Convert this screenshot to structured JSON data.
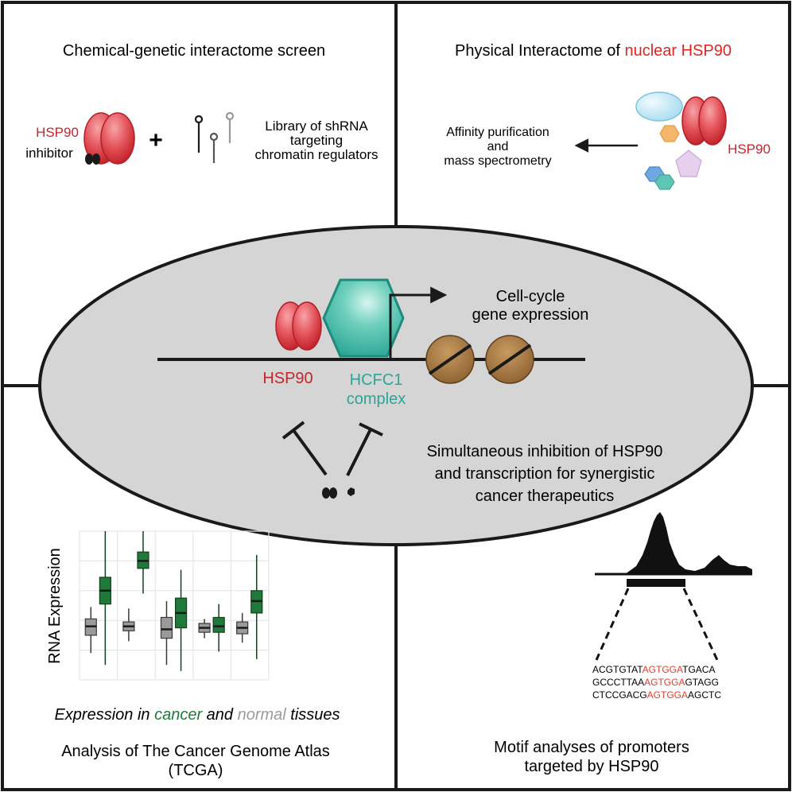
{
  "colors": {
    "hsp90_red": "#c4242b",
    "hsp90_fill": "#e8555e",
    "hcfc1_teal": "#2aa596",
    "hcfc1_fill": "#5cc9b5",
    "cancer_green": "#1f7a3a",
    "normal_gray": "#9a9a9a",
    "motif_red": "#e0402a",
    "ellipse_fill": "#d5d5d5",
    "nucleosome": "#a87a45"
  },
  "panels": {
    "top_left": {
      "title": "Chemical-genetic interactome screen",
      "hsp90_label": "HSP90",
      "inhibitor_label": "inhibitor",
      "plus": "+",
      "library_lines": [
        "Library of shRNA",
        "targeting",
        "chromatin regulators"
      ]
    },
    "top_right": {
      "title_prefix": "Physical Interactome of ",
      "title_highlight": "nuclear HSP90",
      "method_lines": [
        "Affinity purification",
        "and",
        "mass spectrometry"
      ],
      "hsp90_label": "HSP90"
    },
    "center": {
      "expression_lines": [
        "Cell-cycle",
        "gene expression"
      ],
      "hsp90_label": "HSP90",
      "hcfc1_lines": [
        "HCFC1",
        "complex"
      ],
      "therapy_lines": [
        "Simultaneous inhibition of HSP90",
        "and transcription for synergistic",
        "cancer therapeutics"
      ]
    },
    "bottom_left": {
      "ylabel": "RNA Expression",
      "caption_1": "Expression in ",
      "caption_cancer": "cancer",
      "caption_2": " and ",
      "caption_normal": "normal",
      "caption_3": " tissues",
      "analysis_lines": [
        "Analysis of The Cancer Genome Atlas",
        "(TCGA)"
      ]
    },
    "bottom_right": {
      "sequences": [
        {
          "pre": "ACGTGTAT",
          "motif": "AGTGGA",
          "post": "TGACA"
        },
        {
          "pre": "GCCCTTAA",
          "motif": "AGTGGA",
          "post": "GTAGG"
        },
        {
          "pre": "CTCCGACG",
          "motif": "AGTGGA",
          "post": "AGCTC"
        }
      ],
      "title_lines": [
        "Motif analyses of promoters",
        "targeted by HSP90"
      ]
    }
  },
  "chart_data": {
    "type": "box",
    "ylabel": "RNA Expression",
    "groups": [
      {
        "normal": {
          "min": 0.18,
          "q1": 0.3,
          "median": 0.36,
          "q3": 0.41,
          "max": 0.49
        },
        "cancer": {
          "min": 0.1,
          "q1": 0.51,
          "median": 0.6,
          "q3": 0.69,
          "max": 1.0
        }
      },
      {
        "normal": {
          "min": 0.26,
          "q1": 0.33,
          "median": 0.36,
          "q3": 0.39,
          "max": 0.48
        },
        "cancer": {
          "min": 0.58,
          "q1": 0.75,
          "median": 0.8,
          "q3": 0.86,
          "max": 1.0
        }
      },
      {
        "normal": {
          "min": 0.1,
          "q1": 0.28,
          "median": 0.34,
          "q3": 0.42,
          "max": 0.53
        },
        "cancer": {
          "min": 0.06,
          "q1": 0.35,
          "median": 0.45,
          "q3": 0.55,
          "max": 0.74
        }
      },
      {
        "normal": {
          "min": 0.28,
          "q1": 0.32,
          "median": 0.35,
          "q3": 0.38,
          "max": 0.41
        },
        "cancer": {
          "min": 0.19,
          "q1": 0.32,
          "median": 0.36,
          "q3": 0.42,
          "max": 0.51
        }
      },
      {
        "normal": {
          "min": 0.25,
          "q1": 0.31,
          "median": 0.35,
          "q3": 0.39,
          "max": 0.45
        },
        "cancer": {
          "min": 0.14,
          "q1": 0.45,
          "median": 0.53,
          "q3": 0.6,
          "max": 0.84
        }
      }
    ],
    "ylim": [
      0,
      1
    ]
  }
}
